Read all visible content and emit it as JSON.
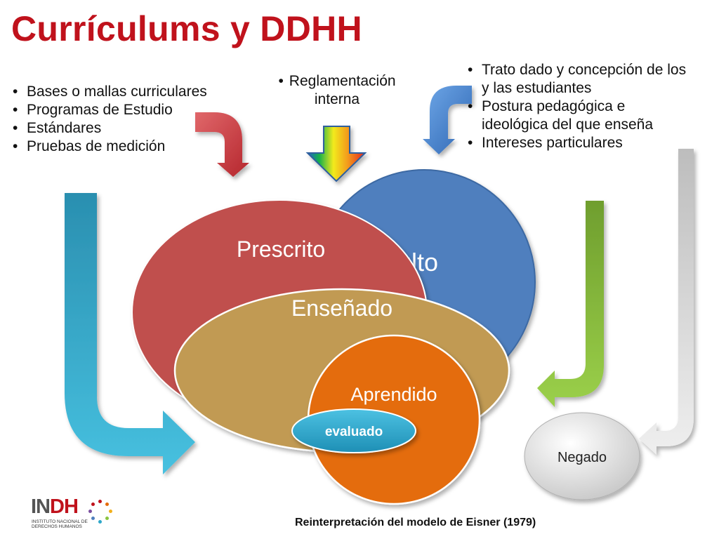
{
  "slide": {
    "title": "Currículums y DDHH",
    "caption": "Reinterpretación del modelo de Eisner (1979)"
  },
  "lists": {
    "left": [
      "Bases o mallas curriculares",
      "Programas de Estudio",
      "Estándares",
      "Pruebas de medición"
    ],
    "center": [
      "Reglamentación interna"
    ],
    "right": [
      "Trato dado y concepción de los y las estudiantes",
      "Postura pedagógica e ideológica del que enseña",
      "Intereses particulares"
    ]
  },
  "diagram": {
    "oculto": "Oculto",
    "prescrito": "Prescrito",
    "ensenado": "Enseñado",
    "aprendido": "Aprendido",
    "evaluado": "evaluado",
    "negado": "Negado"
  },
  "colors": {
    "title": "#c0121c",
    "oculto": "#4f7fbe",
    "prescrito": "#c0504d",
    "ensenado": "#c19a52",
    "aprendido": "#e46c0a",
    "evaluado": "#2ea7c9",
    "negado": "#d9d9d9",
    "arrow_red": "#c0353a",
    "arrow_blue": "#3e7bc7",
    "arrow_cyan": "#3ab5d6",
    "arrow_green": "#8bc43f",
    "arrow_gray": "#d0d0d0"
  },
  "logo": {
    "mark_in": "IN",
    "mark_dh": "DH",
    "line1": "Instituto Nacional de",
    "line2": "Derechos Humanos"
  }
}
